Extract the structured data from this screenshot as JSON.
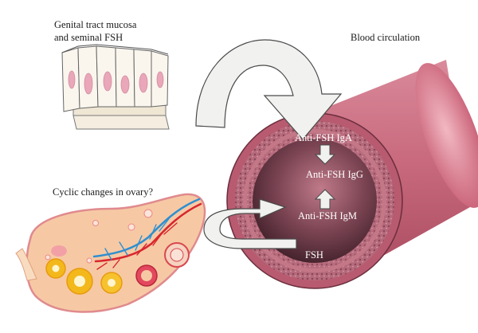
{
  "labels": {
    "mucosa_line1": "Genital tract mucosa",
    "mucosa_line2": "and seminal FSH",
    "blood": "Blood circulation",
    "ovary": "Cyclic changes in ovary?",
    "iga": "Anti-FSH IgA",
    "igg": "Anti-FSH IgG",
    "igm": "Anti-FSH IgM",
    "fsh": "FSH"
  },
  "colors": {
    "vessel_outer": "#c76479",
    "vessel_lumen": "#6e3a48",
    "vessel_wall": "#a2566a",
    "arrow_fill": "#f1f2f0",
    "arrow_stroke": "#4a4a4a",
    "ovary_fill": "#f6c9a4",
    "follicle_yellow": "#f3b81b",
    "artery": "#d8262d",
    "vein": "#2f8fd0"
  },
  "icons": [
    "mucosa-epithelium-icon",
    "ovary-icon",
    "blood-vessel-icon",
    "curved-arrow-icon"
  ]
}
